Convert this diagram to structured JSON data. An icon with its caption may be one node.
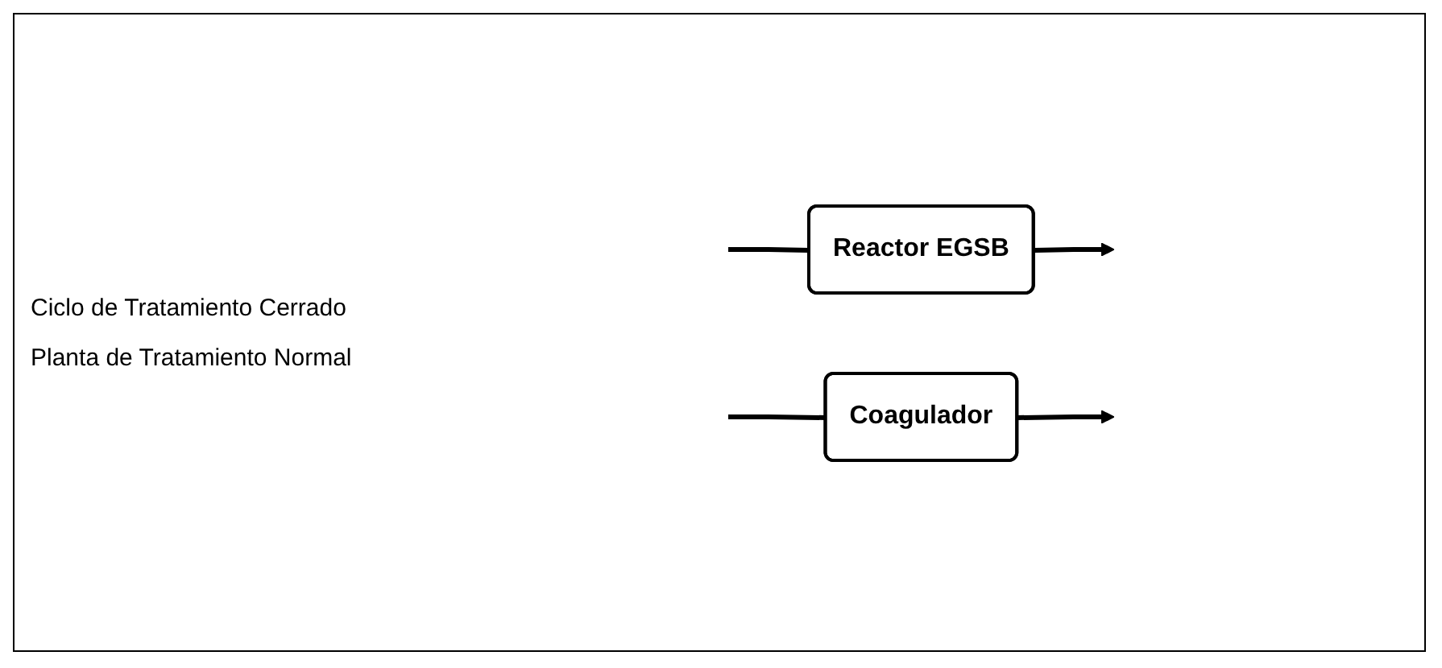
{
  "diagram": {
    "nodes": [
      {
        "text": [
          "Reactor EGSB"
        ]
      },
      {
        "text": [
          "Coagulador"
        ]
      }
    ],
    "edges": [
      {
        "from": null,
        "to": 0,
        "arrow": "none"
      },
      {
        "from": 0,
        "to": null,
        "arrow": "to"
      },
      {
        "from": null,
        "to": 1,
        "arrow": "none"
      },
      {
        "from": 1,
        "to": null,
        "arrow": "to"
      }
    ],
    "labels": [
      "Ciclo de Tratamiento Cerrado",
      "Planta de Tratamiento Normal"
    ]
  }
}
